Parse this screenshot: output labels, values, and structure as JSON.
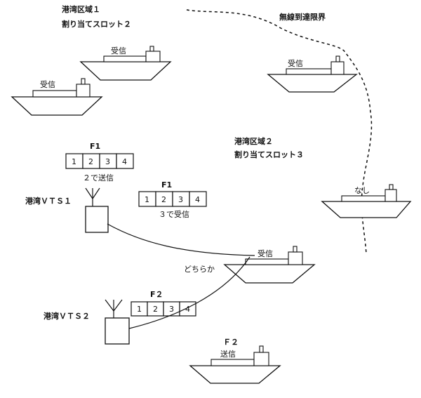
{
  "regions": {
    "zone1": {
      "name": "港湾区域１",
      "slot": "割り当てスロット２"
    },
    "zone2": {
      "name": "港湾区域２",
      "slot": "割り当てスロット３"
    },
    "radio_limit": "無線到達限界"
  },
  "stations": {
    "vts1": {
      "label": "港湾ＶＴＳ１"
    },
    "vts2": {
      "label": "港湾ＶＴＳ２"
    }
  },
  "frames": {
    "f1_vts1": {
      "title": "F1",
      "slots": [
        "1",
        "2",
        "3",
        "4"
      ],
      "caption": "２で送信"
    },
    "f1_recv": {
      "title": "F1",
      "slots": [
        "1",
        "2",
        "3",
        "4"
      ],
      "caption": "３で受信"
    },
    "f2_vts2": {
      "title": "F２",
      "slots": [
        "1",
        "2",
        "3",
        "4"
      ]
    }
  },
  "ships": {
    "ship1": {
      "label": "受信"
    },
    "ship2": {
      "label": "受信"
    },
    "ship3": {
      "label": "受信"
    },
    "ship_none": {
      "label": "なし"
    },
    "ship_center": {
      "label": "受信",
      "note": "どちらか"
    },
    "ship_f2": {
      "title": "Ｆ２",
      "label": "送信"
    }
  }
}
